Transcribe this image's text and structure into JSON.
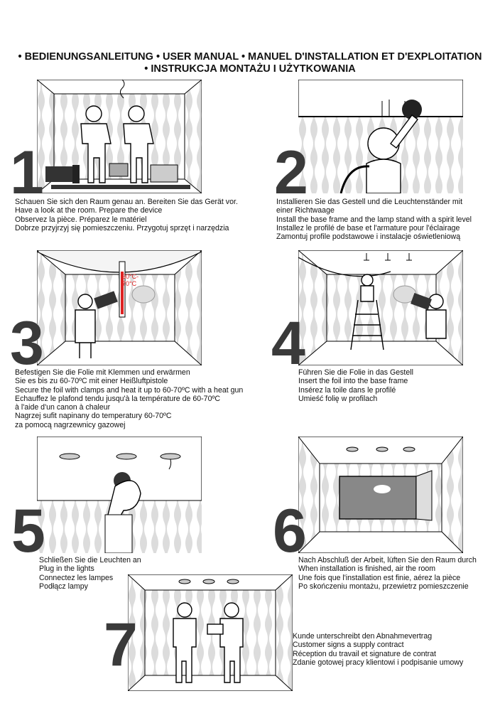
{
  "title": {
    "line1": "• BEDIENUNGSANLEITUNG • USER MANUAL • MANUEL D'INSTALLATION ET D'EXPLOITATION",
    "line2": "• INSTRUKCJA MONTAŻU I UŻYTKOWANIA"
  },
  "steps": [
    {
      "number": "1",
      "lines": [
        "Schauen Sie sich den Raum genau an. Bereiten Sie das Gerät vor.",
        "Have a look at the room. Prepare the device",
        "Observez la pièce. Préparez le matériel",
        "Dobrze przyjrzyj się pomieszczeniu. Przygotuj sprzęt i narzędzia"
      ]
    },
    {
      "number": "2",
      "lines": [
        "Installieren Sie das Gestell und die Leuchtenständer mit",
        "einer Richtwaage",
        "Install the base frame and the lamp stand with a spirit level",
        "Installez le profilé de base et l'armature pour l'éclairage",
        "Zamontuj profile podstawowe i instalacje oświetleniową"
      ]
    },
    {
      "number": "3",
      "lines": [
        "Befestigen Sie die Folie mit Klemmen und erwärmen",
        "Sie es bis zu 60-70ºC mit einer Heißluftpistole",
        "Secure the foil with clamps and heat it up to 60-70ºC with a heat gun",
        "Echauffez le plafond tendu jusqu'à la température de 60-70ºC",
        "à l'aide d'un canon à chaleur",
        "Nagrzej sufit napinany do temperatury 60-70ºC",
        "za pomocą nagrzewnicy gazowej"
      ],
      "thermometer": "60°C-70°C"
    },
    {
      "number": "4",
      "lines": [
        "Führen Sie die Folie in das Gestell",
        "Insert the foil into the base frame",
        "Insérez la toile dans le profilé",
        "Umieść folię w profilach"
      ]
    },
    {
      "number": "5",
      "lines": [
        "Schließen Sie die Leuchten an",
        "Plug in the lights",
        "Connectez les lampes",
        "Podłącz lampy"
      ]
    },
    {
      "number": "6",
      "lines": [
        "Nach Abschluß der Arbeit, lüften Sie den Raum durch",
        "When installation is finished, air the room",
        "Une fois que l'installation est finie, aérez la pièce",
        "Po skończeniu montażu, przewietrz pomieszczenie"
      ]
    },
    {
      "number": "7",
      "lines": [
        "Kunde unterschreibt den Abnahmevertrag",
        "Customer signs a supply contract",
        "Réception du travail et signature de contrat",
        "Zdanie gotowej pracy klientowi i podpisanie umowy"
      ]
    }
  ]
}
